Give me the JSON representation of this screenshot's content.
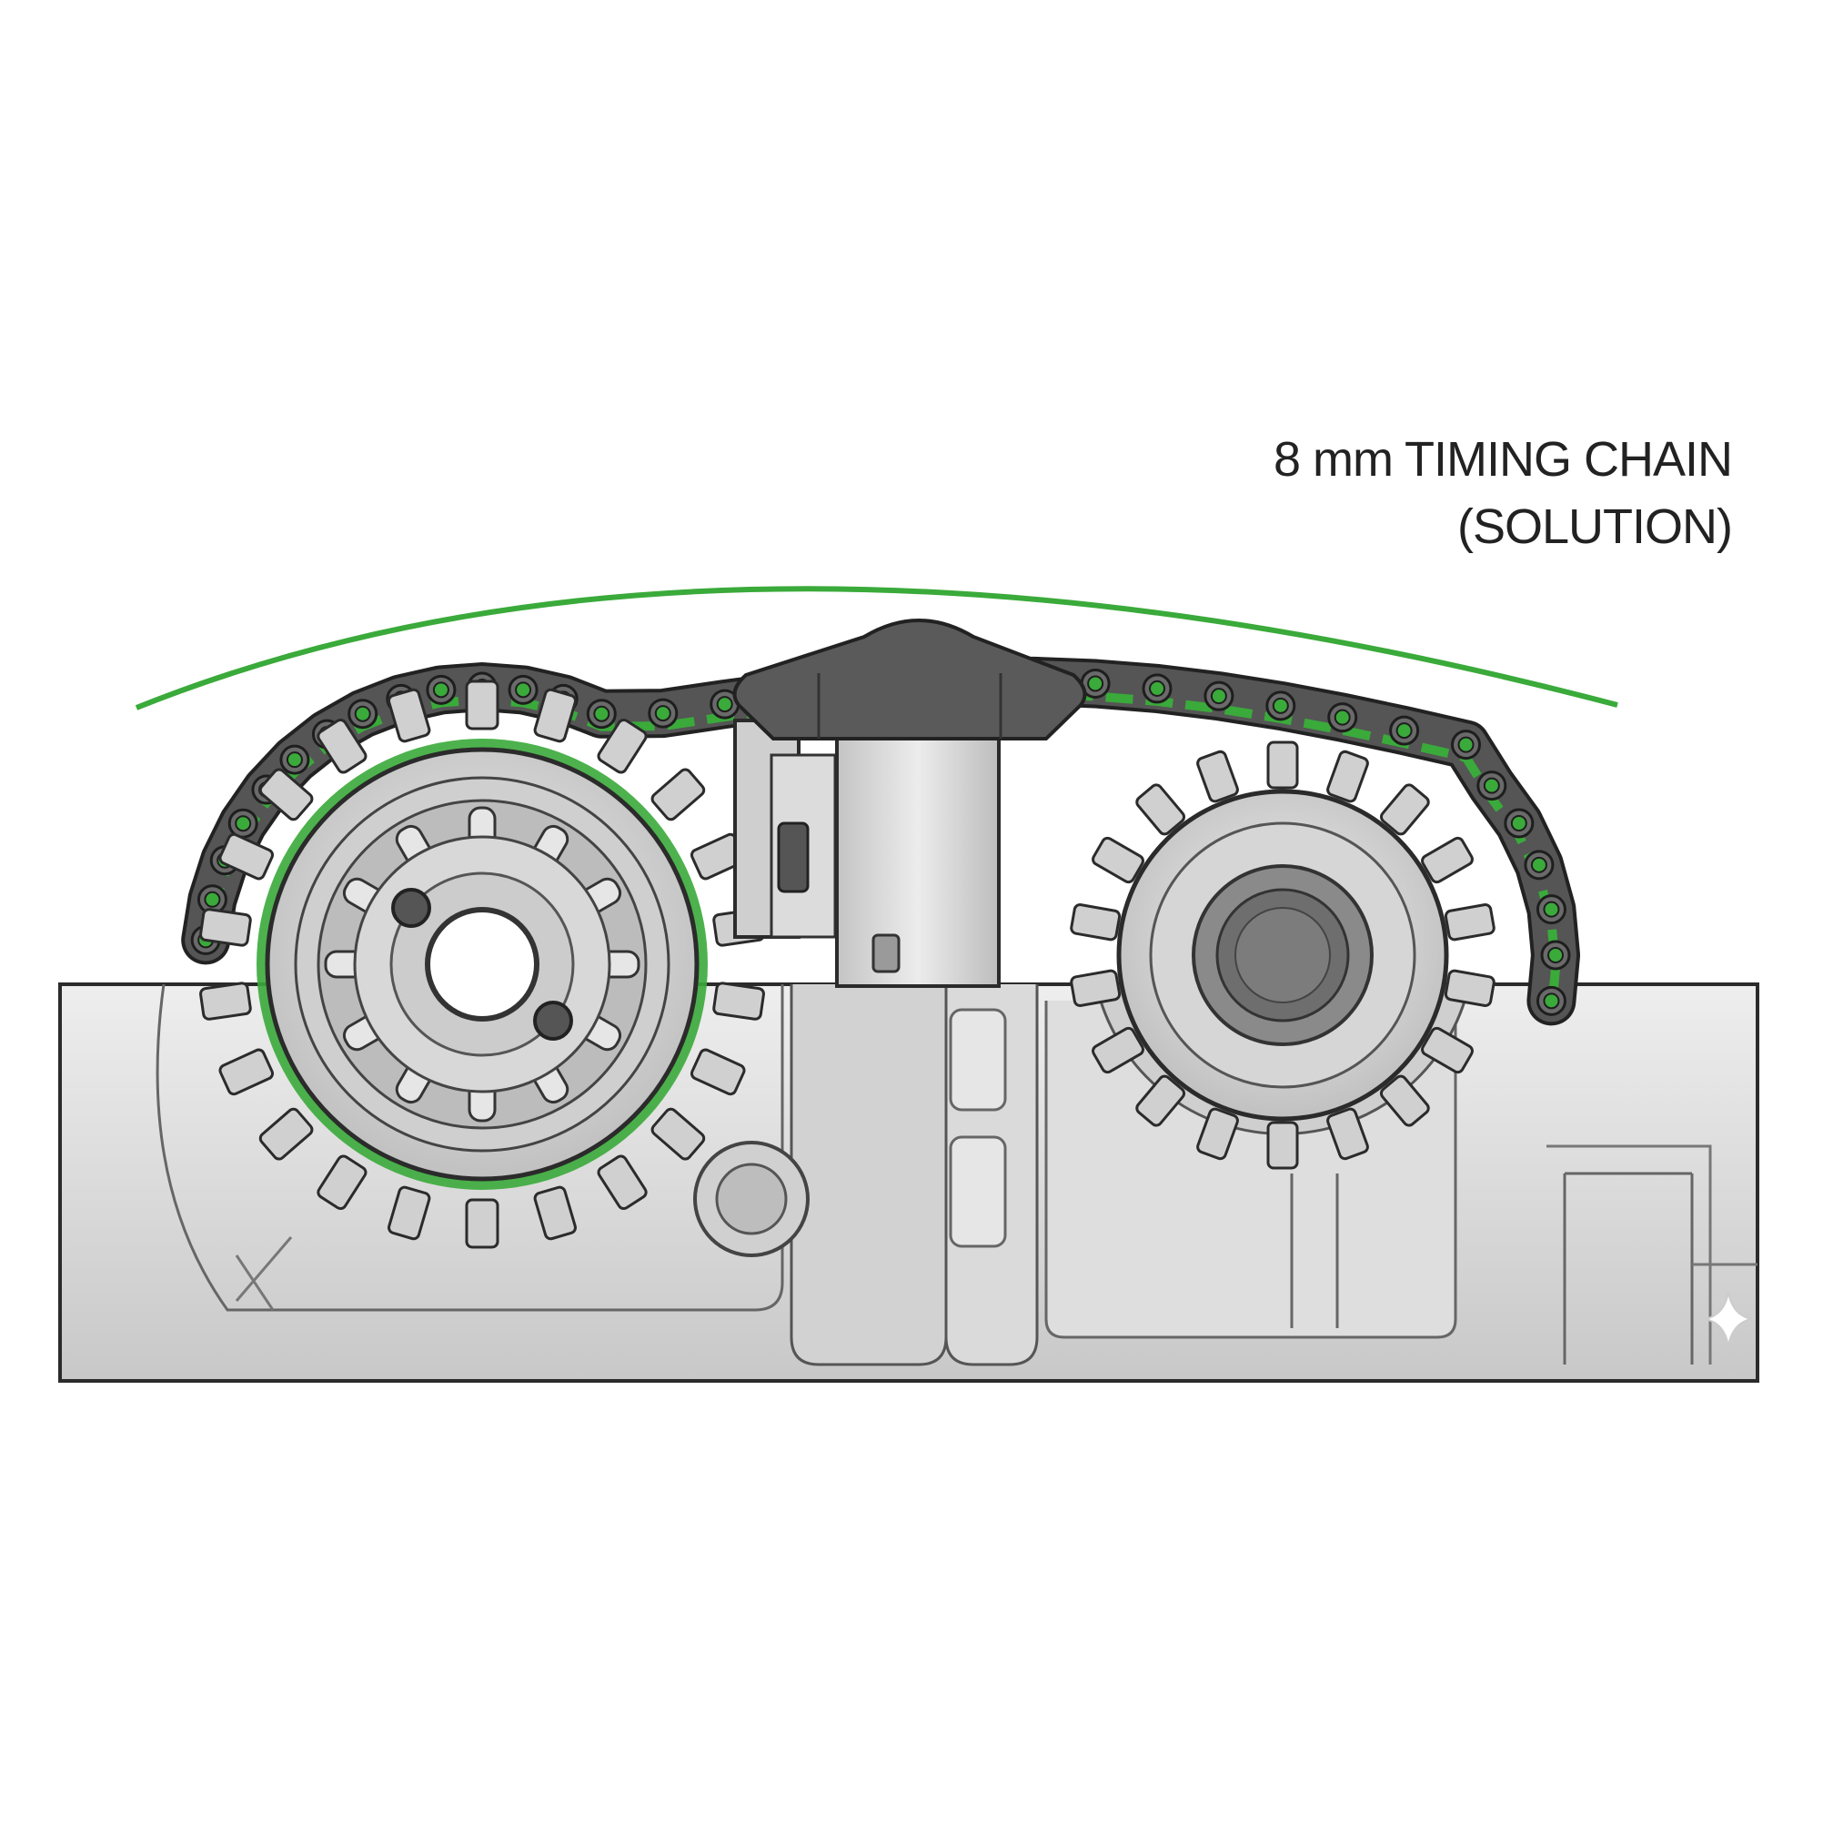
{
  "caption": {
    "line1": "8 mm TIMING CHAIN",
    "line2": "(SOLUTION)"
  },
  "colors": {
    "background": "#ffffff",
    "chain_highlight": "#3aaa3a",
    "chain_plate": "#555555",
    "housing": "#d9d9d9",
    "outline": "#2b2b2b",
    "guide": "#555555",
    "text": "#222222"
  },
  "components": {
    "left_sprocket": "cam-sprocket-left",
    "right_sprocket": "cam-sprocket-right",
    "tensioner": "chain-tensioner",
    "chain": "timing-chain",
    "guide_arc": "chain-path-arc",
    "housing": "cylinder-head-housing"
  }
}
